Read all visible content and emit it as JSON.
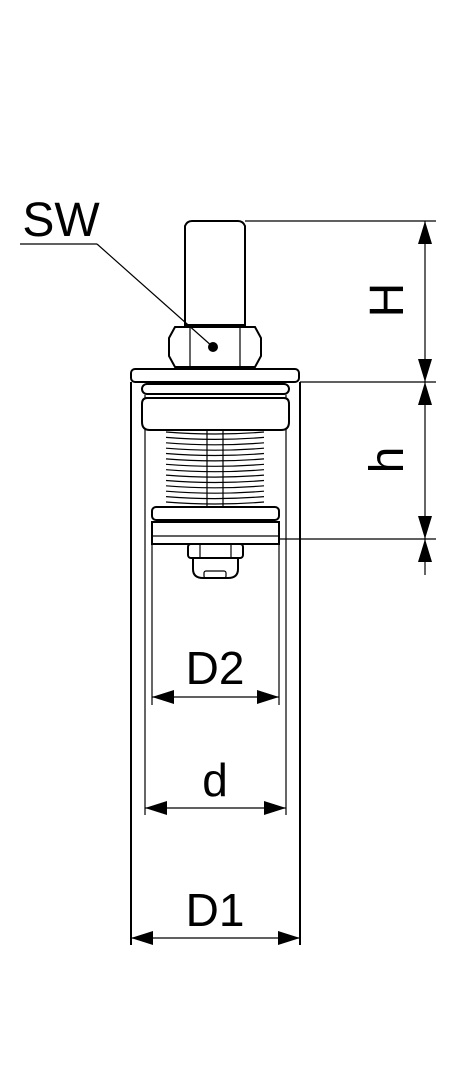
{
  "labels": {
    "wrench_size": "SW",
    "overall_height": "H",
    "stroke_height": "h",
    "inner_diameter": "D2",
    "seat_diameter": "d",
    "outer_diameter": "D1"
  },
  "colors": {
    "line": "#000000",
    "background": "#ffffff"
  }
}
